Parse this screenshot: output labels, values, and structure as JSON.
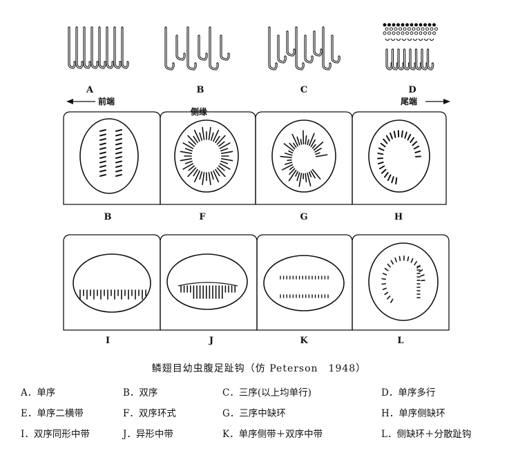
{
  "top_labels": [
    "A",
    "B",
    "C",
    "D"
  ],
  "middle_labels": [
    "B",
    "F",
    "G",
    "H"
  ],
  "bottom_labels": [
    "I",
    "J",
    "K",
    "L"
  ],
  "direction": {
    "anterior": "前端",
    "lateral": "侧缘",
    "posterior": "尾端"
  },
  "caption": "鳞翅目幼虫腹足趾钩（仿 Peterson　1948）",
  "legend": {
    "row1": [
      "A．单序",
      "B．双序",
      "C．三序(以上均单行)",
      "D．单序多行"
    ],
    "row2": [
      "E．单序二横带",
      "F．双序环式",
      "G．三序中缺环",
      "H．单序侧缺环"
    ],
    "row3": [
      "I．双序同形中带",
      "J．异形中带",
      "K．单序侧带＋双序中带",
      "L．侧缺环＋分散趾钩"
    ]
  }
}
